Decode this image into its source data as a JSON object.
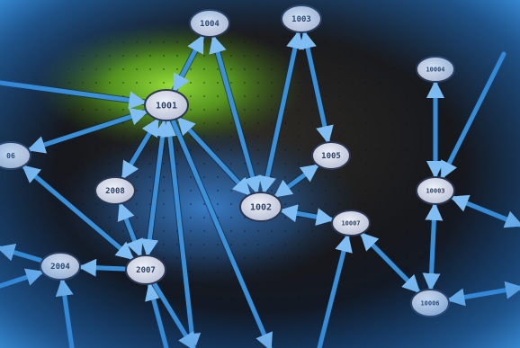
{
  "nodes": [
    {
      "id": "n1004",
      "label": "1004"
    },
    {
      "id": "n1003",
      "label": "1003"
    },
    {
      "id": "n1001",
      "label": "1001"
    },
    {
      "id": "n1005",
      "label": "1005"
    },
    {
      "id": "n2008",
      "label": "2008"
    },
    {
      "id": "n1002",
      "label": "1002"
    },
    {
      "id": "n10007",
      "label": "10007"
    },
    {
      "id": "n2004",
      "label": "2004"
    },
    {
      "id": "n2007",
      "label": "2007"
    },
    {
      "id": "n10004",
      "label": "10004"
    },
    {
      "id": "n10003",
      "label": "10003"
    },
    {
      "id": "n10006",
      "label": "10006"
    },
    {
      "id": "nleft",
      "label": "06"
    }
  ],
  "colors": {
    "edge": "#3b8fd6",
    "node_fill": "#cfd5e6",
    "node_stroke": "#2c3650",
    "glow": "#7bd42a"
  }
}
